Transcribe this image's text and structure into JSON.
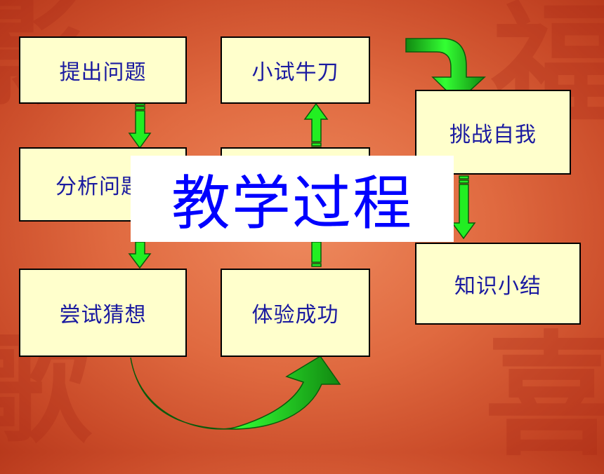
{
  "title": "教学过程",
  "steps": {
    "s1": "提出问题",
    "s2": "分析问题",
    "s3": "尝试猜想",
    "s4": "体验成功",
    "s5": "小试牛刀",
    "s6": "挑战自我",
    "s7": "知识小结"
  },
  "colors": {
    "box_fill": "#ffffcc",
    "box_text": "#1a1aa0",
    "arrow_fill": "#22ee22",
    "title_text": "#0000ff"
  }
}
